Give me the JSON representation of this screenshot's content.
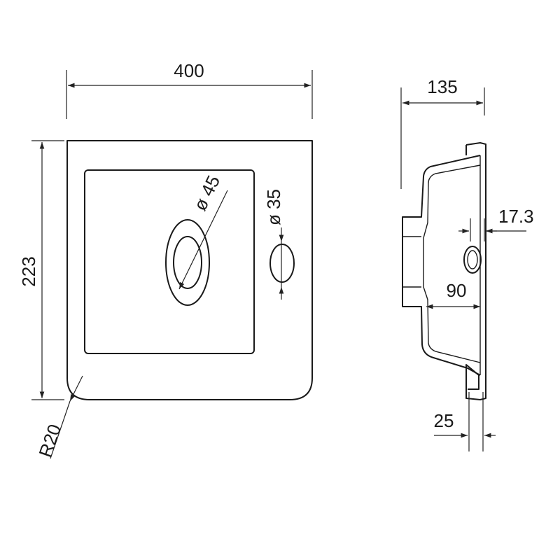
{
  "drawing": {
    "stroke_color": "#1a1a1a",
    "front_view": {
      "width_label": "400",
      "height_label": "223",
      "corner_radius_label": "R20",
      "drain_hole_label": "ø 45",
      "tap_hole_label": "ø 35"
    },
    "side_view": {
      "depth_label": "135",
      "tap_offset_label": "17.3",
      "basin_depth_label": "90",
      "flange_label": "25"
    }
  }
}
